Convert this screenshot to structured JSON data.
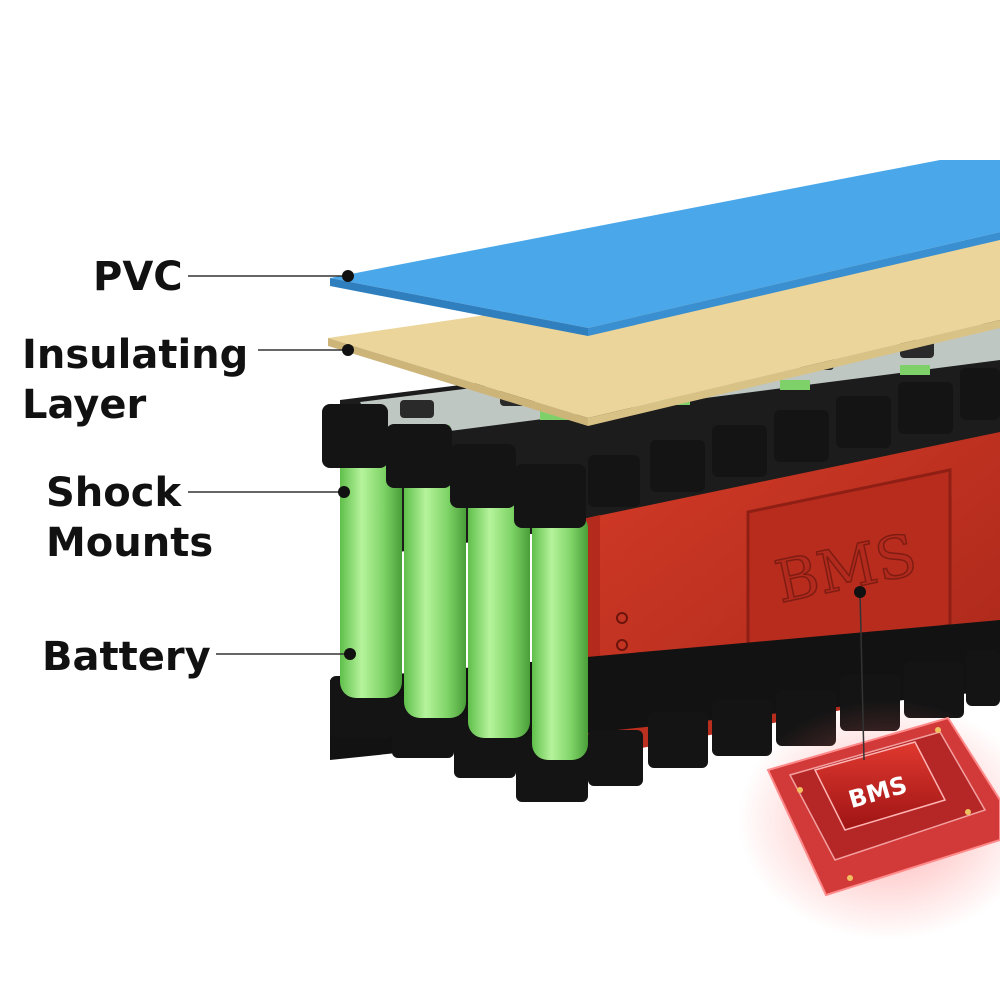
{
  "labels": {
    "pvc": "PVC",
    "insulating_line1": "Insulating",
    "insulating_line2": "Layer",
    "shock_line1": "Shock",
    "shock_line2": "Mounts",
    "battery": "Battery"
  },
  "embossed_text": "BMS",
  "chip_text": "BMS",
  "colors": {
    "pvc": "#4aa8ea",
    "insulating": "#ecd59a",
    "holder": "#141414",
    "cell": "#8fe07a",
    "casing": "#c8321f",
    "chip": "#c01e1e",
    "leader": "#333333"
  }
}
